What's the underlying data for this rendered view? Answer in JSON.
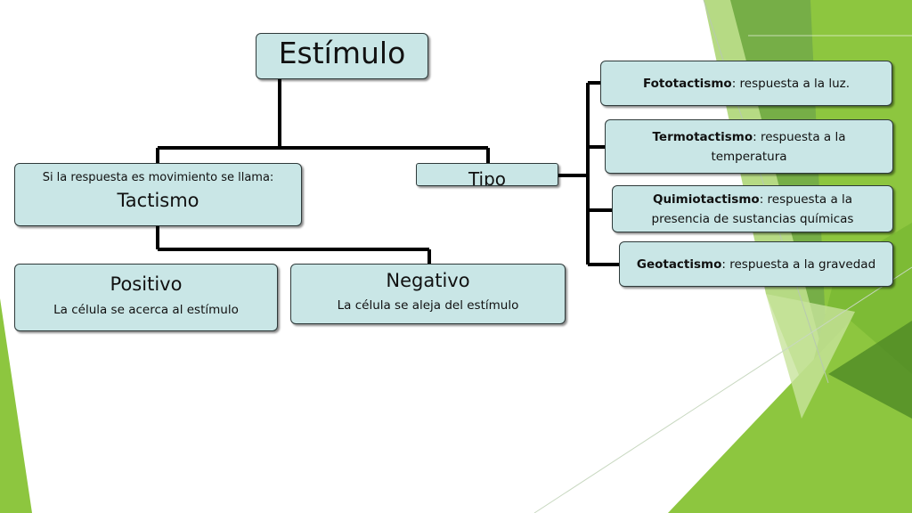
{
  "root": {
    "label": "Estímulo"
  },
  "tactismo": {
    "intro": "Si la respuesta es movimiento se llama:",
    "name": "Tactismo"
  },
  "tipo": {
    "label": "Tipo"
  },
  "positivo": {
    "title": "Positivo",
    "desc": "La célula se acerca al estímulo"
  },
  "negativo": {
    "title": "Negativo",
    "desc": "La célula se aleja del estímulo"
  },
  "types": [
    {
      "term": "Fototactismo",
      "desc": ": respuesta a la luz."
    },
    {
      "term": "Termotactismo",
      "desc": ": respuesta a la temperatura"
    },
    {
      "term": "Quimiotactismo",
      "desc": ": respuesta a la presencia de sustancias químicas"
    },
    {
      "term": "Geotactismo",
      "desc": ": respuesta a la gravedad"
    }
  ],
  "colors": {
    "box_fill": "#c9e6e6",
    "connector": "#000000",
    "accent_green": "#8dc63f",
    "accent_dark_green": "#4f8a26"
  }
}
